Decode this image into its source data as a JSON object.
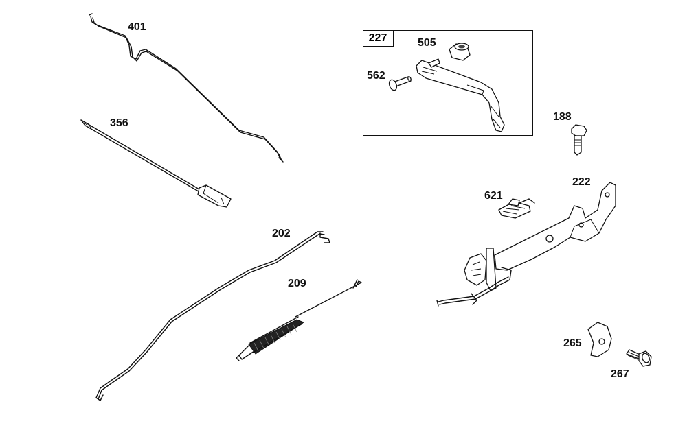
{
  "parts": {
    "p401": "401",
    "p356": "356",
    "p202": "202",
    "p209": "209",
    "p227": "227",
    "p505": "505",
    "p562": "562",
    "p188": "188",
    "p222": "222",
    "p621": "621",
    "p265": "265",
    "p267": "267"
  }
}
